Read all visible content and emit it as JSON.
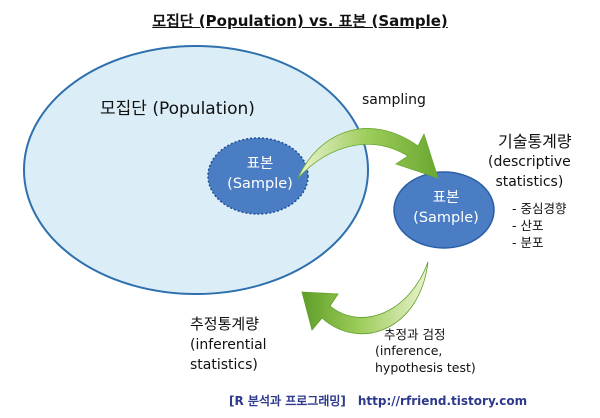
{
  "title": "모집단 (Population) vs. 표본 (Sample)",
  "population": {
    "label": "모집단 (Population)"
  },
  "sample_inner": {
    "line1": "표본",
    "line2": "(Sample)"
  },
  "sample_outer": {
    "line1": "표본",
    "line2": "(Sample)"
  },
  "sampling": "sampling",
  "descriptive": {
    "korean": "기술통계량",
    "english_line1": "(descriptive",
    "english_line2": "statistics)",
    "items": [
      "- 중심경향",
      "- 산포",
      "- 분포"
    ]
  },
  "inferential": {
    "korean": "추정통계량",
    "english_line1": "(inferential",
    "english_line2": "statistics)"
  },
  "inference": {
    "korean": "추정과 검정",
    "english_line1": "(inference,",
    "english_line2": "hypothesis test)"
  },
  "footer": {
    "source": "[R 분석과 프로그래밍]",
    "url": "http://rfriend.tistory.com"
  },
  "colors": {
    "population_fill": "#dbeef8",
    "population_stroke": "#2e6fad",
    "sample_fill": "#4a7dc4",
    "arrow_green": "#7cb83b",
    "footer_text": "#2d3a8c"
  }
}
